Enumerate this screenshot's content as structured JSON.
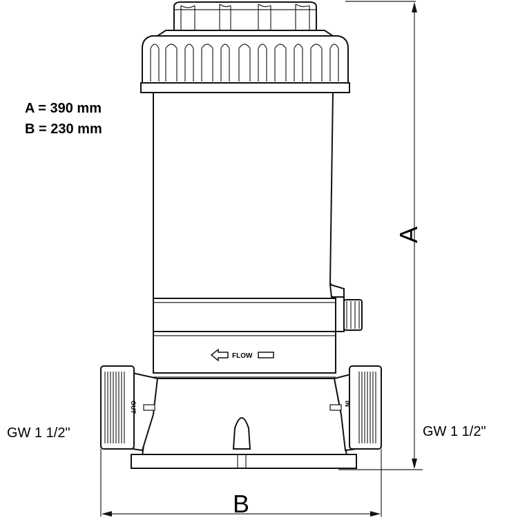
{
  "dimensions": {
    "a_line": "A = 390 mm",
    "b_line": "B = 230 mm",
    "a_letter": "A",
    "b_letter": "B"
  },
  "connections": {
    "left_thread": "GW 1 1/2\"",
    "right_thread": "GW 1 1/2\""
  },
  "markings": {
    "flow": "FLOW",
    "out": "OUT",
    "in": "IN"
  }
}
